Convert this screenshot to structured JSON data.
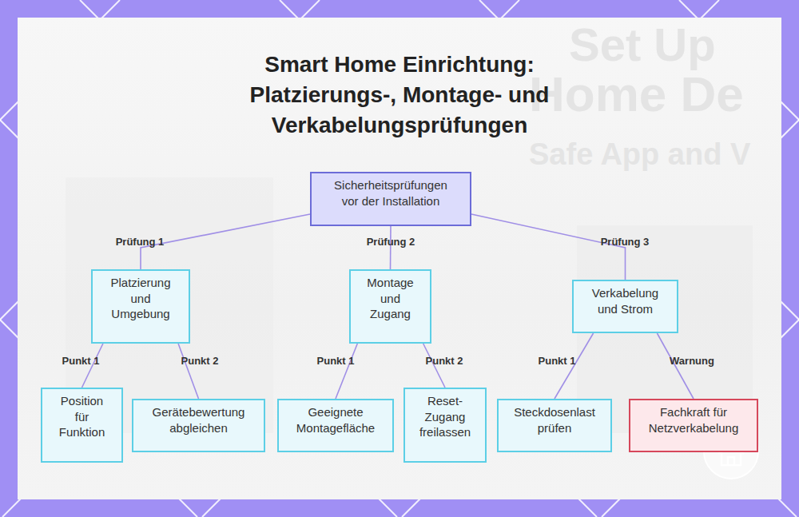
{
  "diagram": {
    "title": "Smart Home Einrichtung: Platzierungs-, Montage- und Verkabelungsprüfungen",
    "nodes": [
      {
        "text": [
          "Sicherheitsprüfungen vor der Installation"
        ]
      },
      {
        "text": [
          "Platzierung und Umgebung"
        ]
      },
      {
        "text": [
          "Montage und Zugang"
        ]
      },
      {
        "text": [
          "Verkabelung und Strom"
        ]
      },
      {
        "text": [
          "Position für Funktion"
        ]
      },
      {
        "text": [
          "Gerätebewertung abgleichen"
        ]
      },
      {
        "text": [
          "Geeignete Montagefläche"
        ]
      },
      {
        "text": [
          "Reset-Zugang freilassen"
        ]
      },
      {
        "text": [
          "Steckdosenlast prüfen"
        ]
      },
      {
        "text": [
          "Fachkraft für Netzverkabelung"
        ]
      }
    ],
    "edges": [
      {
        "from": 0,
        "to": 1,
        "label": "Prüfung 1",
        "arrow": "none"
      },
      {
        "from": 0,
        "to": 2,
        "label": "Prüfung 2",
        "arrow": "none"
      },
      {
        "from": 0,
        "to": 3,
        "label": "Prüfung 3",
        "arrow": "none"
      },
      {
        "from": 1,
        "to": 4,
        "label": "Punkt 1",
        "arrow": "none"
      },
      {
        "from": 1,
        "to": 5,
        "label": "Punkt 2",
        "arrow": "none"
      },
      {
        "from": 2,
        "to": 6,
        "label": "Punkt 1",
        "arrow": "none"
      },
      {
        "from": 2,
        "to": 7,
        "label": "Punkt 2",
        "arrow": "none"
      },
      {
        "from": 3,
        "to": 8,
        "label": "Punkt 1",
        "arrow": "none"
      },
      {
        "from": 3,
        "to": 9,
        "label": "Warnung",
        "arrow": "none"
      }
    ],
    "labels": [
      "Set Up",
      "Home De",
      "Safe App and V"
    ]
  }
}
